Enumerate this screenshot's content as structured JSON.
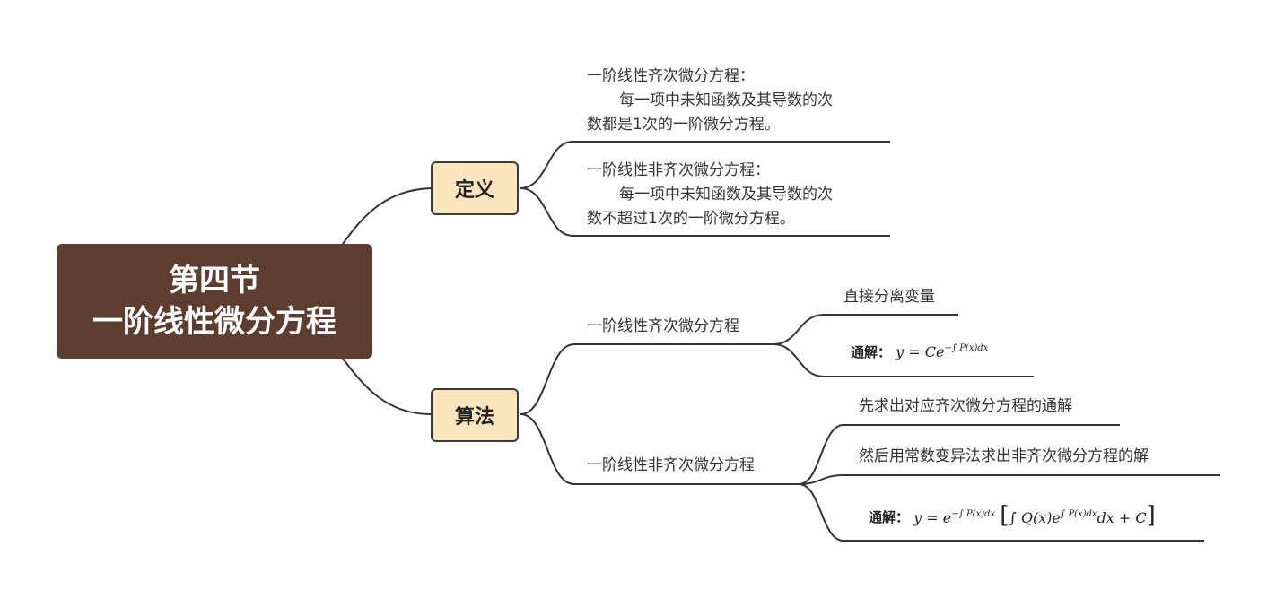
{
  "root": {
    "line1": "第四节",
    "line2": "一阶线性微分方程"
  },
  "branches": {
    "definition": "定义",
    "algorithm": "算法"
  },
  "definitions": {
    "homogeneous": {
      "title": "一阶线性齐次微分方程：",
      "line1": "每一项中未知函数及其导数的次",
      "line2": "数都是1次的一阶微分方程。"
    },
    "nonhomogeneous": {
      "title": "一阶线性非齐次微分方程：",
      "line1": "每一项中未知函数及其导数的次",
      "line2": "数不超过1次的一阶微分方程。"
    }
  },
  "algorithms": {
    "homogeneous": {
      "title": "一阶线性齐次微分方程",
      "step1": "直接分离变量",
      "solution_label": "通解："
    },
    "nonhomogeneous": {
      "title": "一阶线性非齐次微分方程",
      "step1": "先求出对应齐次微分方程的通解",
      "step2": "然后用常数变异法求出非齐次微分方程的解",
      "solution_label": "通解："
    }
  },
  "colors": {
    "root_bg": "#5e3d31",
    "branch_bg": "#fbe5bf",
    "line": "#333333"
  }
}
